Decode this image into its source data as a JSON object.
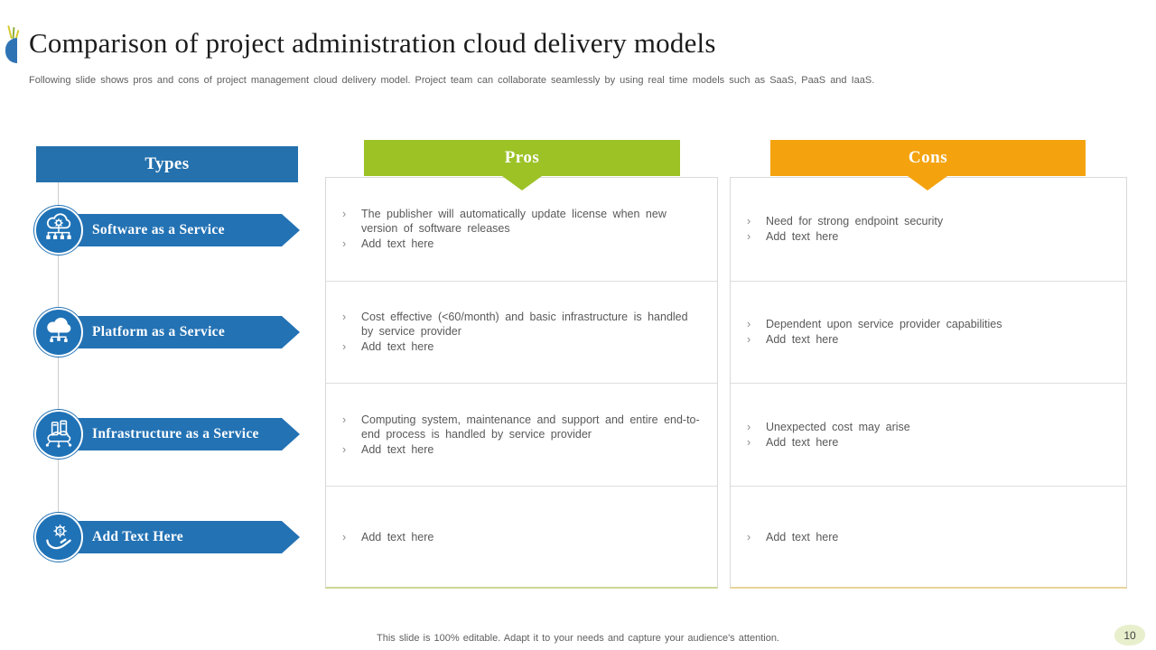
{
  "slide": {
    "title": "Comparison of project administration cloud delivery models",
    "subtitle": "Following slide shows pros and cons of project management cloud delivery model. Project team can collaborate seamlessly by using real time models such as SaaS, PaaS and IaaS.",
    "footer": "This slide is 100% editable. Adapt it to your needs and capture your audience's attention.",
    "page_number": "10"
  },
  "colors": {
    "brand_blue": "#2372b4",
    "pros_green": "#9cc226",
    "cons_orange": "#f4a30e",
    "body_text": "#595959"
  },
  "types": {
    "header": "Types",
    "items": [
      {
        "label": "Software as a Service",
        "icon": "cloud-gear-network-icon"
      },
      {
        "label": "Platform as a Service",
        "icon": "cloud-network-icon"
      },
      {
        "label": "Infrastructure as a Service",
        "icon": "servers-network-icon"
      },
      {
        "label": "Add Text Here",
        "icon": "hand-gear-dollar-icon"
      }
    ]
  },
  "pros": {
    "header": "Pros",
    "rows": [
      [
        "The publisher will automatically update license when new version of software releases",
        "Add text here"
      ],
      [
        "Cost effective (<60/month) and basic infrastructure is handled by service provider",
        "Add text here"
      ],
      [
        "Computing system, maintenance and support and entire end-to-end process is handled by service provider",
        "Add text here"
      ],
      [
        "Add text here"
      ]
    ]
  },
  "cons": {
    "header": "Cons",
    "rows": [
      [
        "Need for strong endpoint security",
        "Add text here"
      ],
      [
        "Dependent upon service provider capabilities",
        "Add text here"
      ],
      [
        "Unexpected cost may arise",
        "Add text here"
      ],
      [
        "Add text here"
      ]
    ]
  },
  "bullet_glyph": "›"
}
